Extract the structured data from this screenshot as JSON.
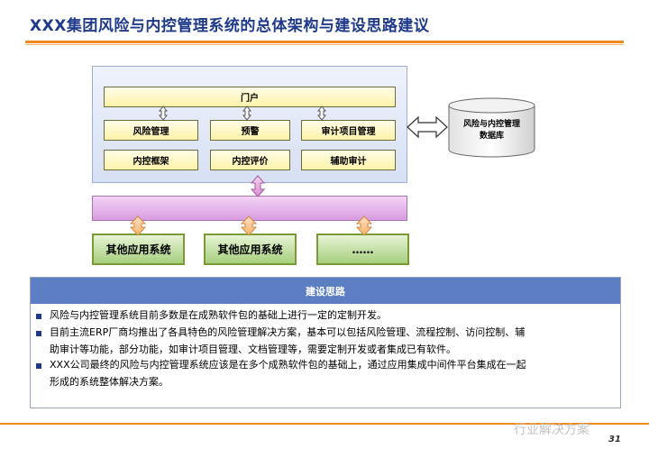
{
  "title": "XXX集团风险与内控管理系统的总体架构与建设思路建议",
  "system": {
    "portal": "门户",
    "modules": [
      "风险管理",
      "预警",
      "审计项目管理",
      "内控框架",
      "内控评价",
      "辅助审计"
    ]
  },
  "database": {
    "line1": "风险与内控管理",
    "line2": "数据库"
  },
  "apps": [
    "其他应用系统",
    "其他应用系统",
    "……"
  ],
  "panel": {
    "heading": "建设思路",
    "bullets": [
      {
        "line1": "风险与内控管理系统目前多数是在成熟软件包的基础上进行一定的定制开发。"
      },
      {
        "line1": "目前主流ERP厂商均推出了各具特色的风险管理解决方案，基本可以包括风险管理、流程控制、访问控制、辅",
        "line2": "助审计等功能，部分功能，如审计项目管理、文档管理等，需要定制开发或者集成已有软件。"
      },
      {
        "line1": "XXX公司最终的风险与内控管理系统应该是在多个成熟软件包的基础上，通过应用集成中间件平台集成在一起",
        "line2": "形成的系统整体解决方案。"
      }
    ]
  },
  "page_number": "31",
  "watermark": "行业解决方案",
  "colors": {
    "title": "#1f3a8a",
    "accent": "#f28a1e",
    "panel_header": "#5b7fc2"
  }
}
